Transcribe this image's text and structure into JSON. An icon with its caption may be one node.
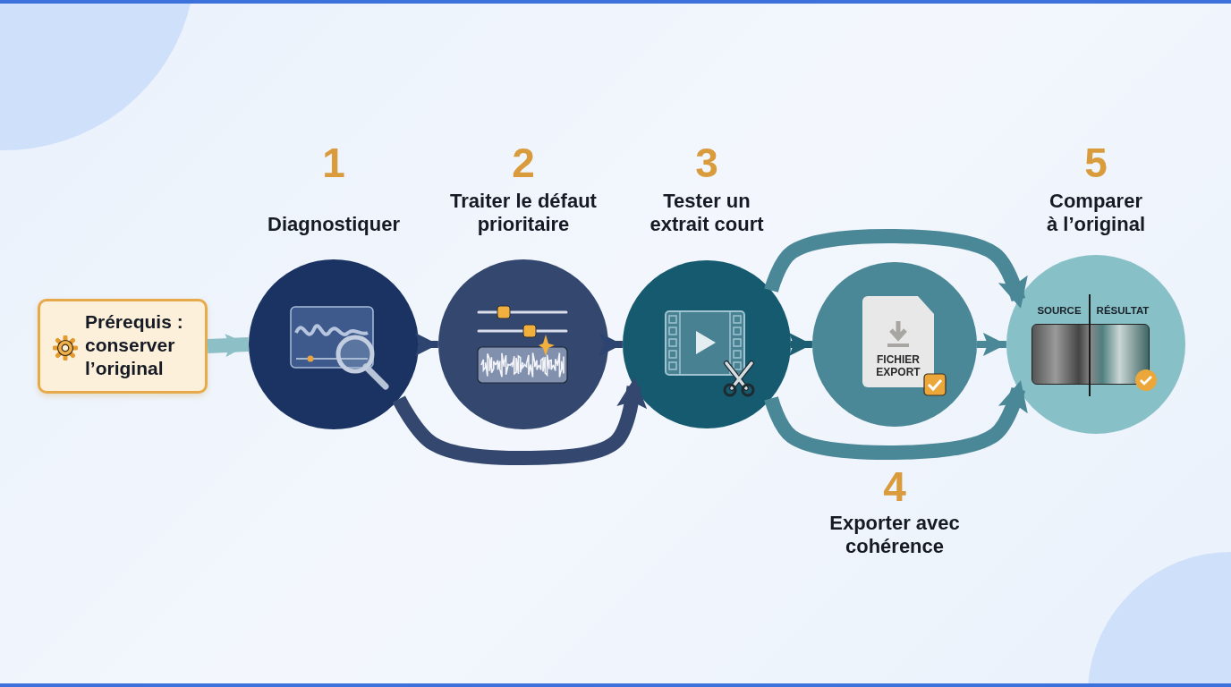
{
  "diagram": {
    "nodes": [
      {
        "text": [
          "Prérequis : conserver l’original"
        ]
      },
      {
        "text": [
          "1",
          "Diagnostiquer"
        ]
      },
      {
        "text": [
          "2",
          "Traiter le défaut prioritaire"
        ]
      },
      {
        "text": [
          "3",
          "Tester un extrait court"
        ]
      },
      {
        "text": [
          "FICHIER EXPORT",
          "4",
          "Exporter avec cohérence"
        ]
      },
      {
        "text": [
          "5",
          "Comparer à l’original",
          "SOURCE",
          "RÉSULTAT"
        ]
      }
    ],
    "edges": [
      {
        "from": 0,
        "to": 1,
        "arrow": "to",
        "style": "thick",
        "color": "#8cc0c6"
      },
      {
        "from": 1,
        "to": 2,
        "arrow": "to"
      },
      {
        "from": 2,
        "to": 3,
        "arrow": "to"
      },
      {
        "from": 3,
        "to": 4,
        "arrow": "to",
        "color": "#1c5e72"
      },
      {
        "from": 4,
        "to": 5,
        "arrow": "to",
        "color": "#4a8797"
      },
      {
        "from": 1,
        "to": 3,
        "arrow": "to",
        "style": "thick",
        "color": "#33476f"
      },
      {
        "from": 3,
        "to": 5,
        "arrow": "to",
        "style": "thick",
        "color": "#4a8797"
      },
      {
        "from": 3,
        "to": 5,
        "arrow": "to",
        "style": "thick",
        "color": "#4a8797"
      }
    ]
  }
}
